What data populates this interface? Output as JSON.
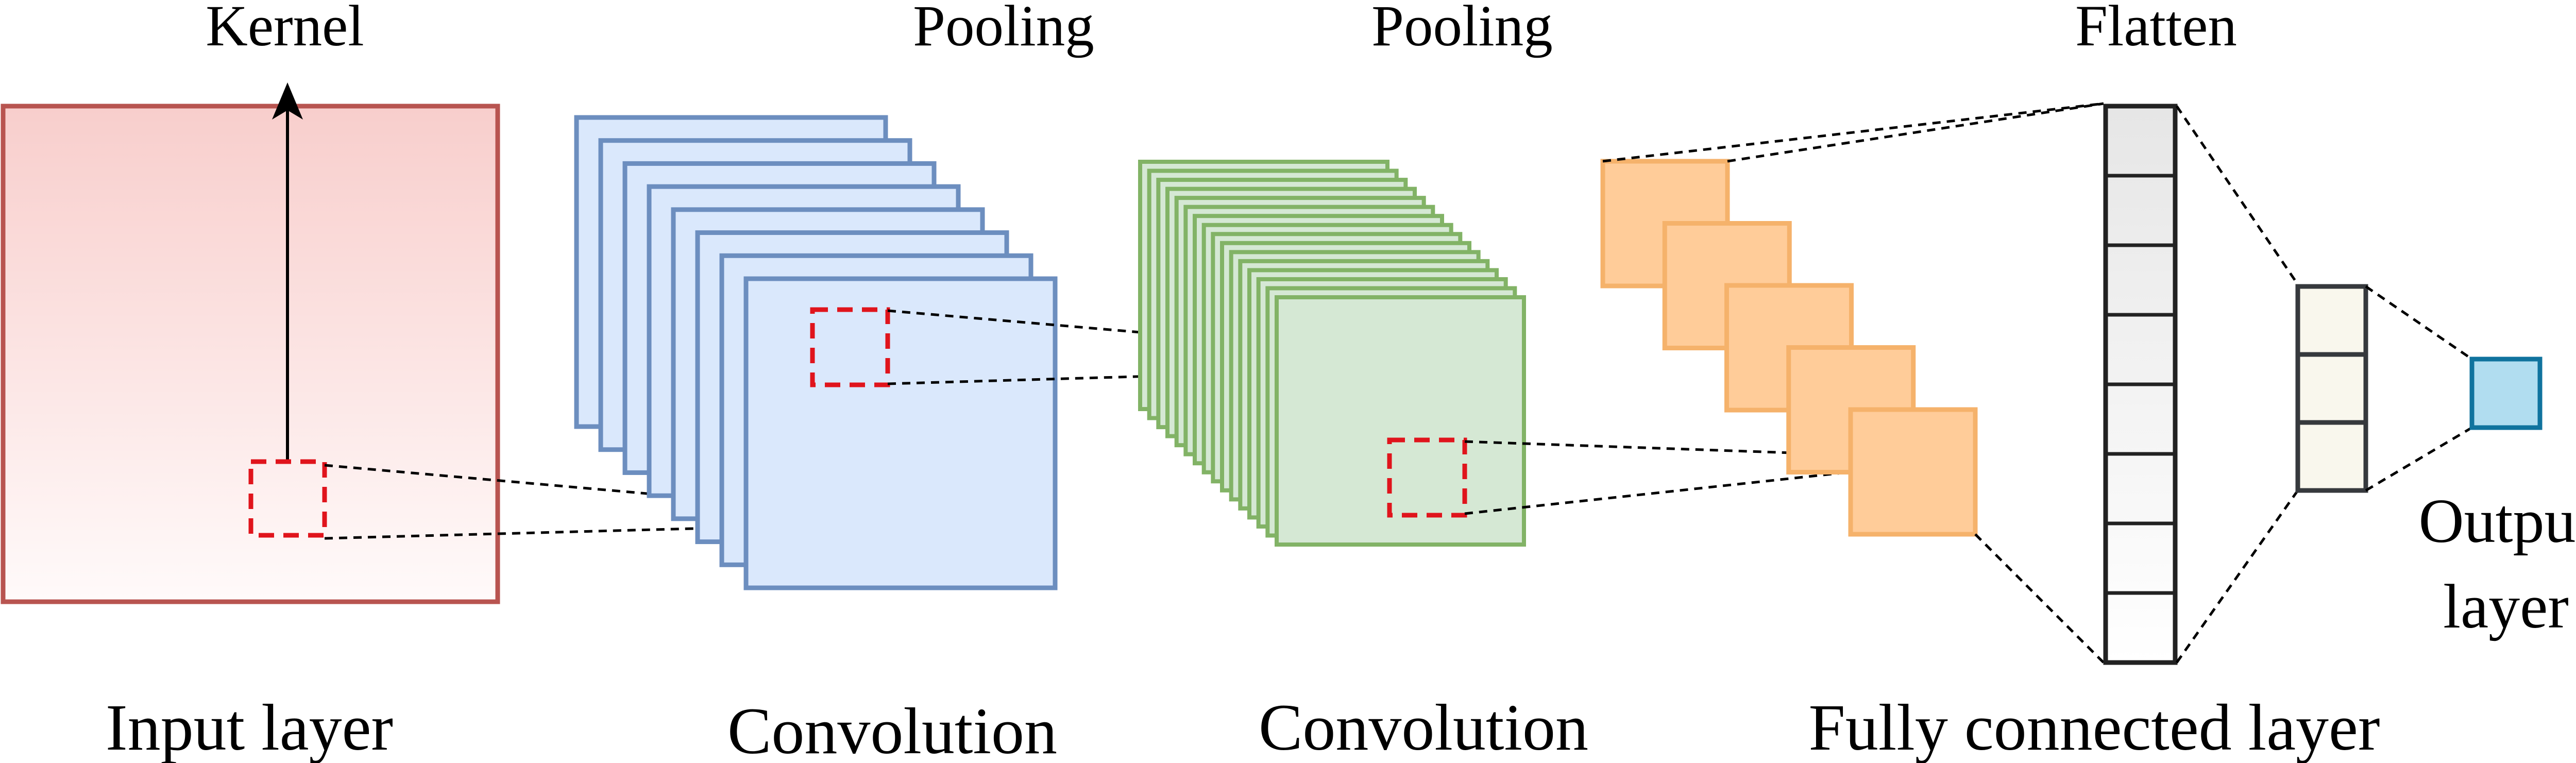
{
  "labels": {
    "kernel": "Kernel",
    "pooling_1": "Pooling",
    "pooling_2": "Pooling",
    "flatten": "Flatten",
    "input_layer": "Input layer",
    "convolution_1": "Convolution",
    "convolution_2": "Convolution",
    "fully_connected": "Fully connected layer",
    "output_line_1": "Output",
    "output_line_2": "layer"
  },
  "colors": {
    "input_fill_top": "#f8cecc",
    "input_stroke": "#b85450",
    "kernel_dash": "#e0141c",
    "conv_fill": "#dae8fc",
    "conv_stroke": "#6c8ebf",
    "pool_fill": "#d5e8d4",
    "pool_stroke": "#82b366",
    "fc_fill": "#ffcc99",
    "fc_stroke": "#f5b26b",
    "flatten_fill": "#f5f5f5",
    "flatten_stroke": "#222222",
    "small_layer_fill": "#f9f7ed",
    "small_layer_stroke": "#36393d",
    "output_fill": "#b1ddf0",
    "output_stroke": "#10739e"
  }
}
